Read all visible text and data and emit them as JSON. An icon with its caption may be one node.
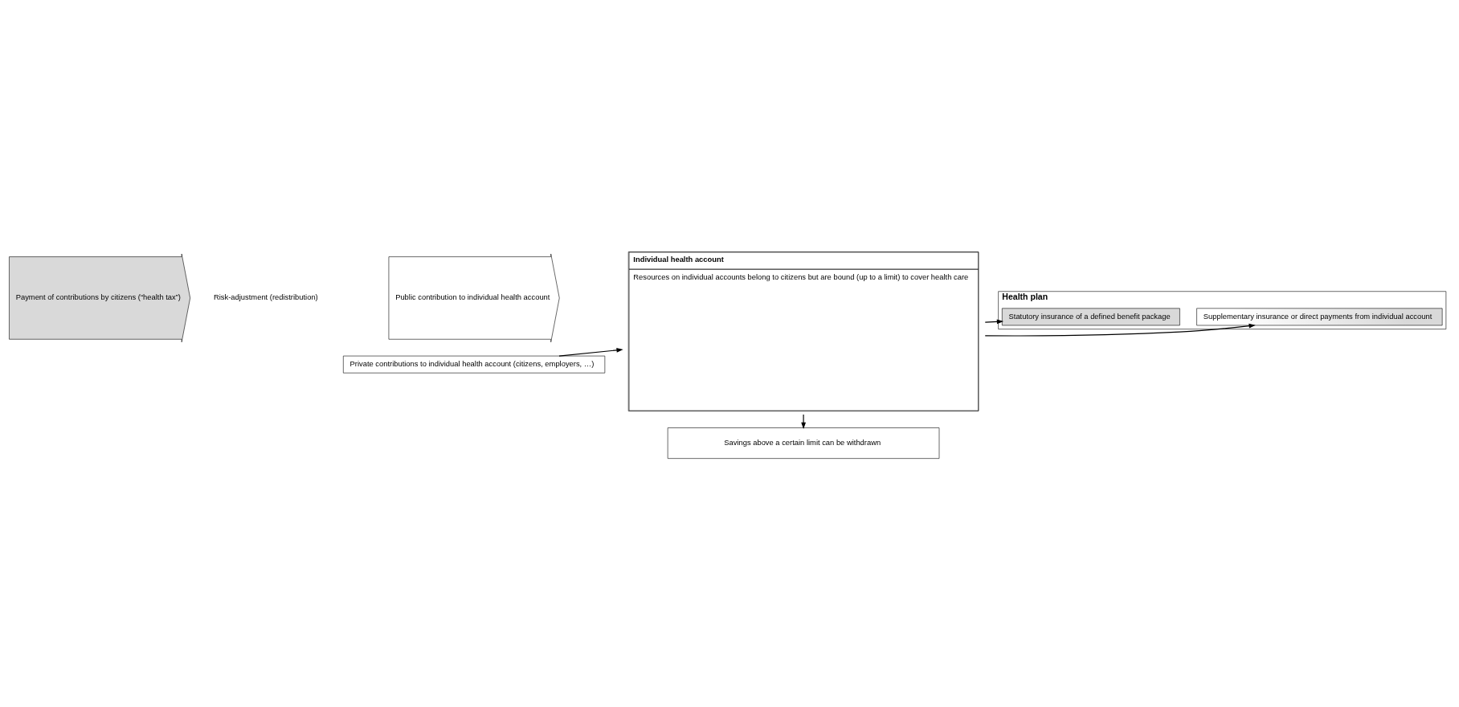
{
  "diagram": {
    "nodes": [
      {
        "text": [
          "Payment of contributions by citizens (“health tax”)"
        ]
      },
      {
        "text": [
          "Risk-adjustment (redistribution)"
        ]
      },
      {
        "text": [
          "Public contribution to individual health account"
        ]
      },
      {
        "text": [
          "Individual health account",
          "Resources on individual accounts belong to citizens but are bound (up to a limit) to cover health care"
        ]
      },
      {
        "text": [
          "Health plan"
        ]
      },
      {
        "text": [
          "Statutory insurance of a defined benefit package"
        ],
        "in": 4
      },
      {
        "text": [
          "Supplementary insurance or direct payments from individual account"
        ],
        "in": 4
      },
      {
        "text": [
          "Private contributions to individual health account (citizens, employers, …)"
        ]
      },
      {
        "text": [
          "Savings above a certain limit can be withdrawn"
        ]
      }
    ],
    "edges": [
      {
        "from": 3,
        "to": 5,
        "arrow": "to"
      },
      {
        "from": 3,
        "to": 6,
        "arrow": "to"
      },
      {
        "from": 7,
        "to": 3,
        "arrow": "to"
      },
      {
        "from": 3,
        "to": 8,
        "arrow": "to"
      }
    ]
  }
}
